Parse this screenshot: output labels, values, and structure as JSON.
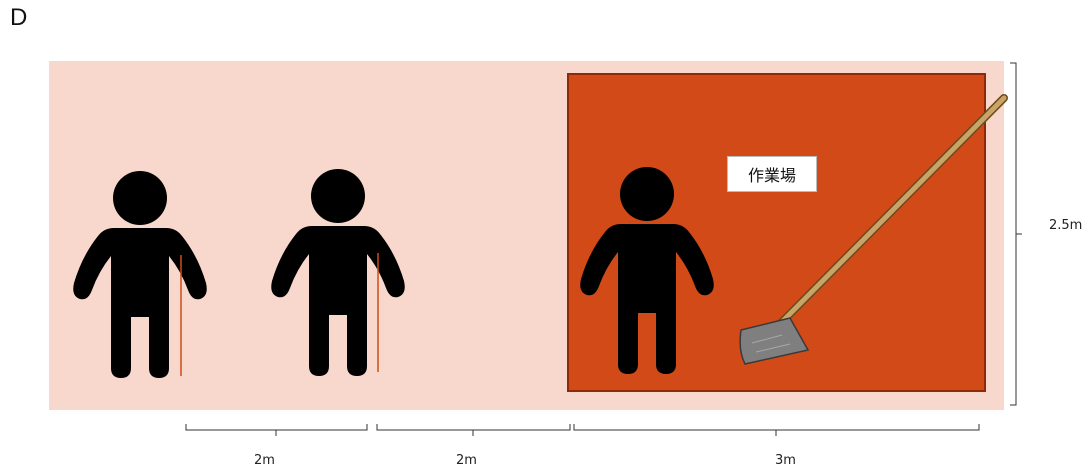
{
  "panel_label": "D",
  "workspace_label": "作業場",
  "dimensions": {
    "gap_1": "2m",
    "gap_2": "2m",
    "workspace_width": "3m",
    "height": "2.5m"
  },
  "colors": {
    "background_area": "#F8D8CC",
    "workspace_fill": "#D24A17",
    "workspace_border": "#8E2A0A",
    "person": "#000000",
    "shovel_handle": "#C9A467",
    "shovel_blade": "#7F7F7F"
  },
  "icons": [
    "person-icon",
    "person-icon",
    "person-icon",
    "shovel-icon"
  ]
}
